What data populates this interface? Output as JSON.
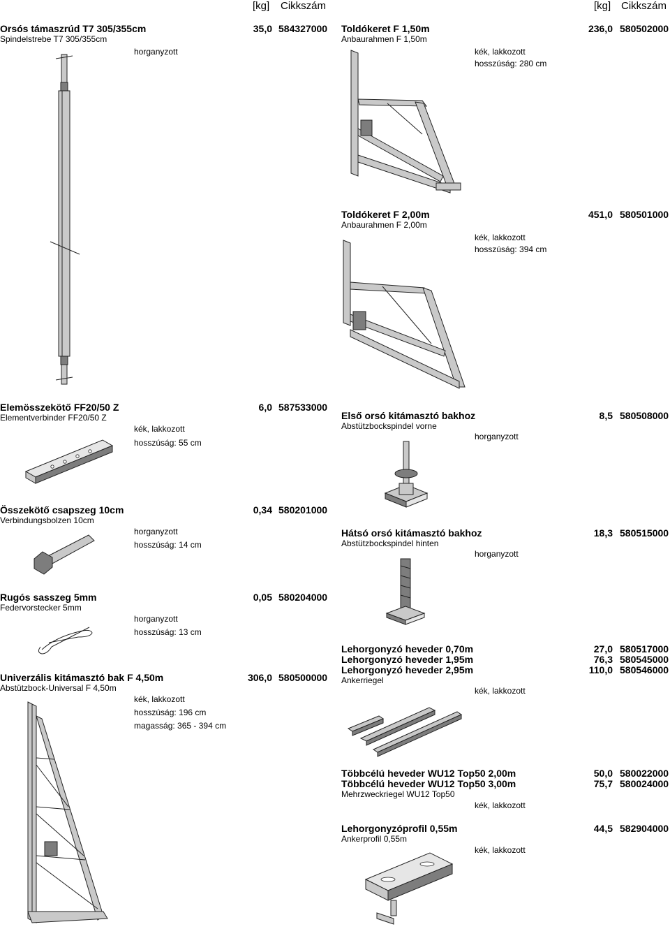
{
  "header": {
    "kg": "[kg]",
    "code": "Cikkszám"
  },
  "left": [
    {
      "title": "Orsós támaszrúd T7 305/355cm",
      "sub": "Spindelstrebe T7 305/355cm",
      "attrs": [
        "horganyzott"
      ],
      "kg": "35,0",
      "code": "584327000"
    },
    {
      "title": "Elemösszekötő FF20/50 Z",
      "sub": "Elementverbinder FF20/50 Z",
      "attrs": [
        "kék, lakkozott",
        "hosszúság: 55 cm"
      ],
      "kg": "6,0",
      "code": "587533000"
    },
    {
      "title": "Összekötő csapszeg 10cm",
      "sub": "Verbindungsbolzen 10cm",
      "attrs": [
        "horganyzott",
        "hosszúság: 14 cm"
      ],
      "kg": "0,34",
      "code": "580201000"
    },
    {
      "title": "Rugós sasszeg 5mm",
      "sub": "Federvorstecker 5mm",
      "attrs": [
        "horganyzott",
        "hosszúság: 13 cm"
      ],
      "kg": "0,05",
      "code": "580204000"
    },
    {
      "title": "Univerzális kitámasztó bak F 4,50m",
      "sub": "Abstützbock-Universal F 4,50m",
      "attrs": [
        "kék, lakkozott",
        "hosszúság: 196 cm",
        "magasság: 365 - 394 cm"
      ],
      "kg": "306,0",
      "code": "580500000"
    }
  ],
  "right": [
    {
      "title": "Toldókeret F 1,50m",
      "sub": "Anbaurahmen F 1,50m",
      "attrs": [
        "kék, lakkozott",
        "hosszúság: 280 cm"
      ],
      "kg": "236,0",
      "code": "580502000"
    },
    {
      "title": "Toldókeret F 2,00m",
      "sub": "Anbaurahmen F 2,00m",
      "attrs": [
        "kék, lakkozott",
        "hosszúság: 394 cm"
      ],
      "kg": "451,0",
      "code": "580501000"
    },
    {
      "title": "Első orsó kitámasztó bakhoz",
      "sub": "Abstützbockspindel vorne",
      "attrs": [
        "horganyzott"
      ],
      "kg": "8,5",
      "code": "580508000"
    },
    {
      "title": "Hátsó orsó kitámasztó bakhoz",
      "sub": "Abstützbockspindel hinten",
      "attrs": [
        "horganyzott"
      ],
      "kg": "18,3",
      "code": "580515000"
    },
    {
      "titles": [
        {
          "title": "Lehorgonyzó heveder 0,70m",
          "kg": "27,0",
          "code": "580517000"
        },
        {
          "title": "Lehorgonyzó heveder 1,95m",
          "kg": "76,3",
          "code": "580545000"
        },
        {
          "title": "Lehorgonyzó heveder 2,95m",
          "kg": "110,0",
          "code": "580546000"
        }
      ],
      "sub": "Ankerriegel",
      "attrs": [
        "kék, lakkozott"
      ]
    },
    {
      "titles": [
        {
          "title": "Többcélú heveder WU12 Top50 2,00m",
          "kg": "50,0",
          "code": "580022000"
        },
        {
          "title": "Többcélú heveder WU12 Top50 3,00m",
          "kg": "75,7",
          "code": "580024000"
        }
      ],
      "sub": "Mehrzweckriegel WU12 Top50",
      "attrs": [
        "kék, lakkozott"
      ]
    },
    {
      "title": "Lehorgonyzóprofil 0,55m",
      "sub": "Ankerprofil 0,55m",
      "attrs": [
        "kék, lakkozott"
      ],
      "kg": "44,5",
      "code": "582904000"
    }
  ]
}
